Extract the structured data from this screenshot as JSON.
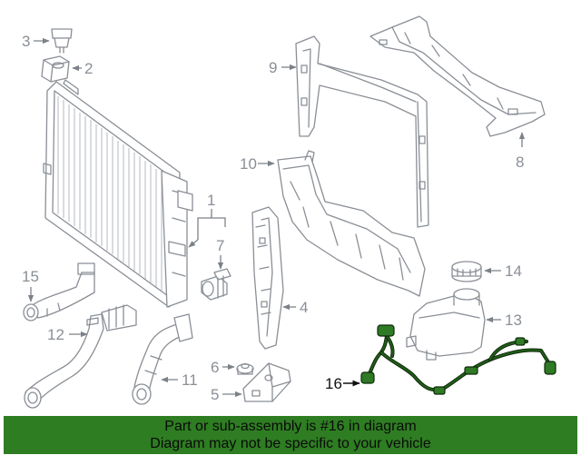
{
  "callouts": {
    "c1": "1",
    "c2": "2",
    "c3": "3",
    "c4": "4",
    "c5": "5",
    "c6": "6",
    "c7": "7",
    "c8": "8",
    "c9": "9",
    "c10": "10",
    "c11": "11",
    "c12": "12",
    "c13": "13",
    "c14": "14",
    "c15": "15",
    "c16": "16"
  },
  "highlight": {
    "part_number": "16",
    "color": "#2e7d22"
  },
  "banner": {
    "line1": "Part or sub-assembly is #16 in diagram",
    "line2": "Diagram may not be specific to your vehicle",
    "background": "#2e7d22"
  }
}
